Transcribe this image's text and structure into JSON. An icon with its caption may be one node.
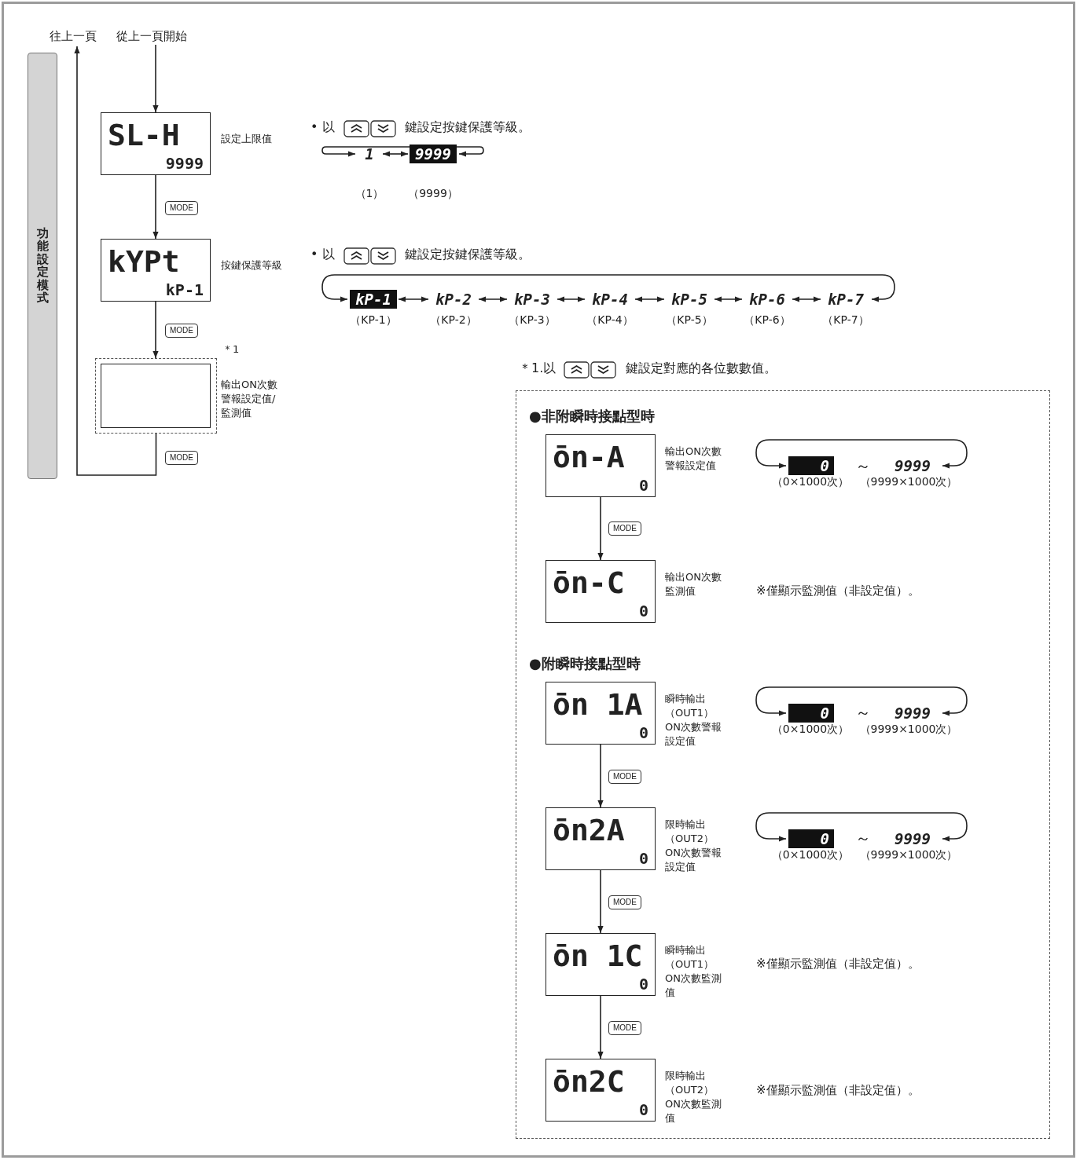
{
  "diagram": {
    "nodes": [
      {
        "text": [
          "功能設定模式"
        ]
      },
      {
        "text": [
          "往上一頁"
        ]
      },
      {
        "text": [
          "從上一頁開始"
        ]
      },
      {
        "text": [
          "SL-H",
          "9999"
        ],
        "beside": [
          "設定上限值"
        ]
      },
      {
        "text": [
          "kYPt",
          "kP-1"
        ],
        "beside": [
          "按鍵保護等級"
        ]
      },
      {
        "text": [],
        "shape": "box",
        "beside": [
          "＊1",
          "輸出ON次數警報設定值/監測值"
        ]
      },
      {
        "text": [],
        "shape": "box",
        "in": 5
      },
      {
        "text": [
          "1"
        ],
        "beside": [
          "（1）"
        ]
      },
      {
        "text": [
          "9999"
        ],
        "beside": [
          "（9999）"
        ]
      },
      {
        "text": [
          "kP-1"
        ],
        "beside": [
          "（KP-1）"
        ]
      },
      {
        "text": [
          "kP-2"
        ],
        "beside": [
          "（KP-2）"
        ]
      },
      {
        "text": [
          "kP-3"
        ],
        "beside": [
          "（KP-3）"
        ]
      },
      {
        "text": [
          "kP-4"
        ],
        "beside": [
          "（KP-4）"
        ]
      },
      {
        "text": [
          "kP-5"
        ],
        "beside": [
          "（KP-5）"
        ]
      },
      {
        "text": [
          "kP-6"
        ],
        "beside": [
          "（KP-6）"
        ]
      },
      {
        "text": [
          "kP-7"
        ],
        "beside": [
          "（KP-7）"
        ]
      },
      {
        "text": [
          "●非附瞬時接點型時",
          "●附瞬時接點型時"
        ]
      },
      {
        "text": [
          "ōn-A",
          "0"
        ],
        "in": 16,
        "beside": [
          "輸出ON次數警報設定值"
        ]
      },
      {
        "text": [
          "0"
        ],
        "in": 16,
        "beside": [
          "（0×1000次）"
        ]
      },
      {
        "text": [
          "9999"
        ],
        "in": 16,
        "beside": [
          "（9999×1000次）"
        ]
      },
      {
        "text": [
          "ōn-C",
          "0"
        ],
        "in": 16,
        "beside": [
          "輸出ON次數監測值"
        ]
      },
      {
        "text": [
          "ōn 1A",
          "0"
        ],
        "in": 16,
        "beside": [
          "瞬時輸出（OUT1）ON次數警報設定值"
        ]
      },
      {
        "text": [
          "0"
        ],
        "in": 16,
        "beside": [
          "（0×1000次）"
        ]
      },
      {
        "text": [
          "9999"
        ],
        "in": 16,
        "beside": [
          "（9999×1000次）"
        ]
      },
      {
        "text": [
          "ōn2A",
          "0"
        ],
        "in": 16,
        "beside": [
          "限時輸出（OUT2）ON次數警報設定值"
        ]
      },
      {
        "text": [
          "0"
        ],
        "in": 16,
        "beside": [
          "（0×1000次）"
        ]
      },
      {
        "text": [
          "9999"
        ],
        "in": 16,
        "beside": [
          "（9999×1000次）"
        ]
      },
      {
        "text": [
          "ōn 1C",
          "0"
        ],
        "in": 16,
        "beside": [
          "瞬時輸出（OUT1）ON次數監測值"
        ]
      },
      {
        "text": [
          "ōn2C",
          "0"
        ],
        "in": 16,
        "beside": [
          "限時輸出（OUT2）ON次數監測值"
        ]
      }
    ],
    "edges": [
      {
        "from": 2,
        "to": 3,
        "arrow": "to"
      },
      {
        "from": 3,
        "to": 4,
        "arrow": "to",
        "label": "MODE"
      },
      {
        "from": 4,
        "to": 5,
        "arrow": "to",
        "label": "MODE"
      },
      {
        "from": 5,
        "to": 1,
        "arrow": "to",
        "label": "MODE"
      },
      {
        "from": 7,
        "to": 8,
        "arrow": "both"
      },
      {
        "from": 7,
        "to": 8,
        "arrow": "both"
      },
      {
        "from": 9,
        "to": 10,
        "arrow": "both"
      },
      {
        "from": 10,
        "to": 11,
        "arrow": "both"
      },
      {
        "from": 11,
        "to": 12,
        "arrow": "both"
      },
      {
        "from": 12,
        "to": 13,
        "arrow": "both"
      },
      {
        "from": 13,
        "to": 14,
        "arrow": "both"
      },
      {
        "from": 14,
        "to": 15,
        "arrow": "both"
      },
      {
        "from": 9,
        "to": 15,
        "arrow": "both"
      },
      {
        "from": 18,
        "to": 19,
        "arrow": "both"
      },
      {
        "from": 17,
        "to": 20,
        "arrow": "to",
        "label": "MODE"
      },
      {
        "from": 22,
        "to": 23,
        "arrow": "both"
      },
      {
        "from": 21,
        "to": 24,
        "arrow": "to",
        "label": "MODE"
      },
      {
        "from": 25,
        "to": 26,
        "arrow": "both"
      },
      {
        "from": 24,
        "to": 27,
        "arrow": "to",
        "label": "MODE"
      },
      {
        "from": 27,
        "to": 28,
        "arrow": "to",
        "label": "MODE"
      }
    ],
    "labels": [
      "• 以",
      "鍵設定按鍵保護等級。",
      "• 以",
      "鍵設定按鍵保護等級。",
      "＊1.以",
      "鍵設定對應的各位數數值。",
      "～",
      "※僅顯示監測值（非設定值）。",
      "～",
      "～",
      "※僅顯示監測值（非設定值）。",
      "※僅顯示監測值（非設定值）。"
    ]
  }
}
